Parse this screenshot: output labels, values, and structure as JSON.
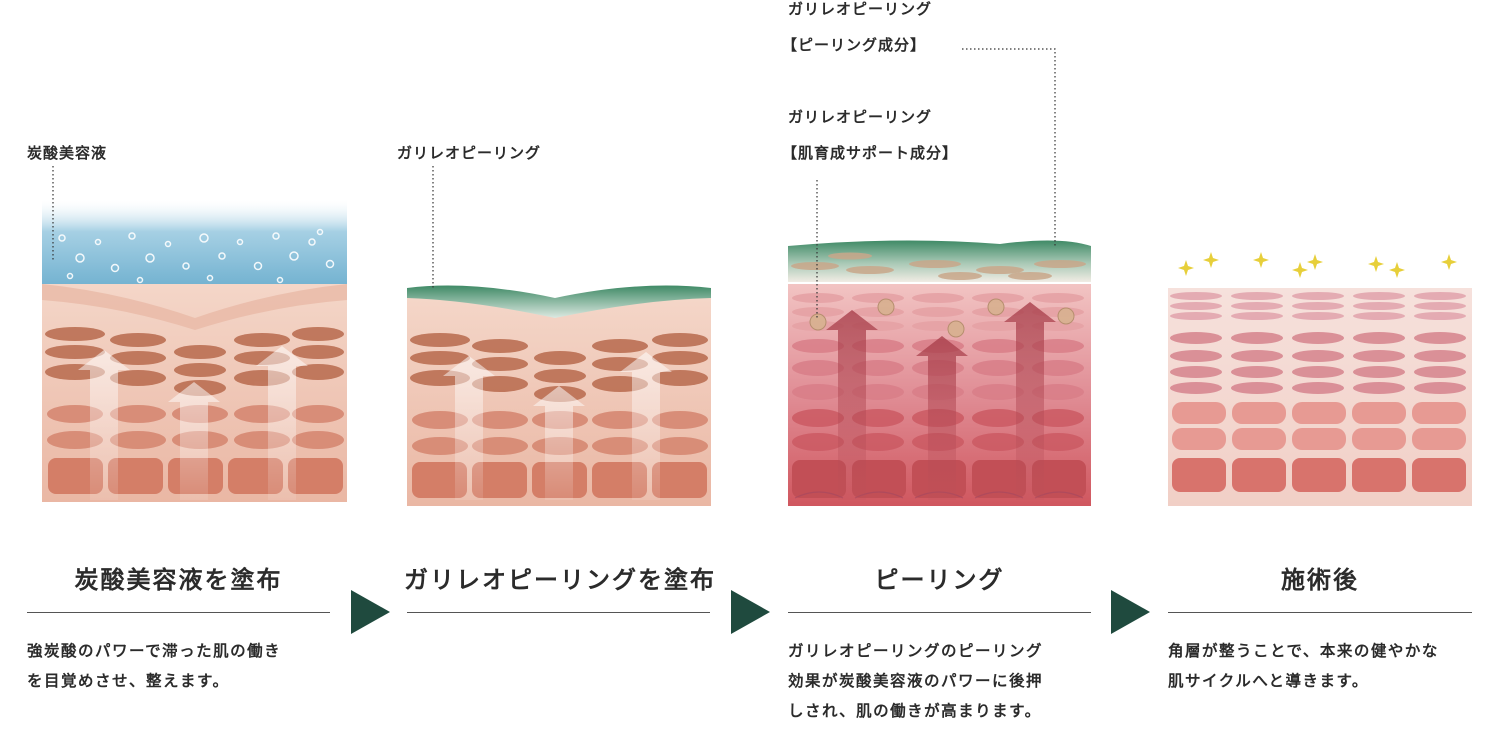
{
  "callouts": {
    "step1_label": "炭酸美容液",
    "step2_label": "ガリレオピーリング",
    "step3_top_line1": "ガリレオピーリング",
    "step3_top_line2": "【ピーリング成分】",
    "step3_mid_line1": "ガリレオピーリング",
    "step3_mid_line2": "【肌育成サポート成分】"
  },
  "steps": [
    {
      "title": "炭酸美容液を塗布",
      "desc": [
        "強炭酸のパワーで滞った肌の働き",
        "を目覚めさせ、整えます。"
      ]
    },
    {
      "title": "ガリレオピーリングを塗布",
      "desc": []
    },
    {
      "title": "ピーリング",
      "desc": [
        "ガリレオピーリングのピーリング",
        "効果が炭酸美容液のパワーに後押",
        "しされ、肌の働きが高まります。"
      ]
    },
    {
      "title": "施術後",
      "desc": [
        "角層が整うことで、本来の健やかな",
        "肌サイクルへと導きます。"
      ]
    }
  ],
  "colors": {
    "arrow": "#1f4a3e",
    "serum_blue": "#6fb0cf",
    "gel_green": "#3f8a66",
    "sparkle": "#e7cf3a",
    "skin_base": "#eec0b0",
    "skin_red": "#d9717a"
  },
  "icons": {
    "step_arrow": "triangle-right-icon",
    "sparkle": "sparkle-icon"
  }
}
